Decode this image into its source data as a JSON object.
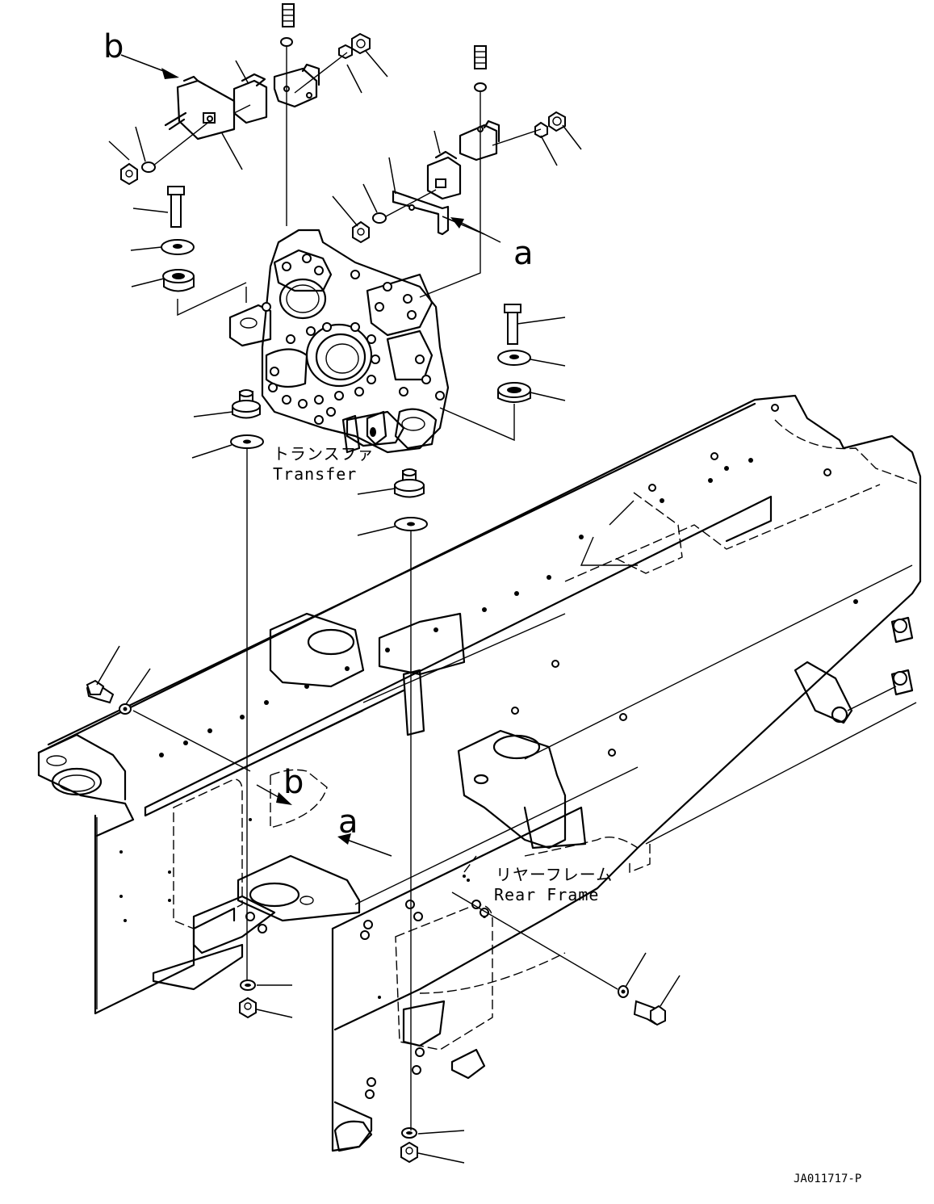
{
  "labels": {
    "transfer_jp": "トランスファ",
    "transfer_en": "Transfer",
    "rear_frame_jp": "リヤーフレーム",
    "rear_frame_en": "Rear Frame",
    "callout_a": "a",
    "callout_b": "b",
    "drawing_code": "JA011717-P"
  }
}
